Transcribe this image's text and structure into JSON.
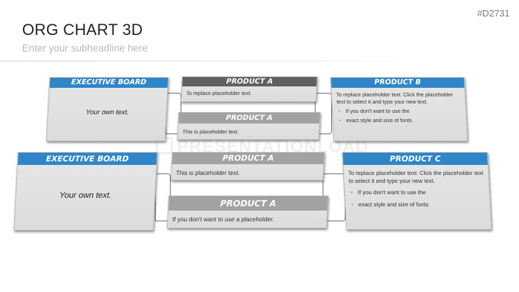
{
  "slide_id": "#D2731",
  "title": "ORG CHART 3D",
  "subtitle": "Enter your subheadline here",
  "watermark": "PRESENTATIONLOAD",
  "groups": [
    {
      "executive": {
        "header": "EXECUTIVE BOARD",
        "text": "Your own text."
      },
      "product_top": {
        "header": "PRODUCT A",
        "text": "To replace placeholder text."
      },
      "product_bottom": {
        "header": "PRODUCT A",
        "text": "This is placeholder text."
      },
      "product_side": {
        "header": "PRODUCT B",
        "text": "To replace placeholder text: Click the placeholder text to select it and type your new text.",
        "bullets": [
          "If you don't want to use the",
          "exact style and size of fonts"
        ]
      }
    },
    {
      "executive": {
        "header": "EXECUTIVE BOARD",
        "text": "Your own text."
      },
      "product_top": {
        "header": "PRODUCT A",
        "text": "This is placeholder text."
      },
      "product_bottom": {
        "header": "PRODUCT A",
        "text": "If you don't want to use a placeholder."
      },
      "product_side": {
        "header": "PRODUCT C",
        "text": "To replace placeholder text: Click the placeholder text to select it and type your new text.",
        "bullets": [
          "If you don't want to use the",
          "exact style and size of fonts"
        ]
      }
    }
  ]
}
